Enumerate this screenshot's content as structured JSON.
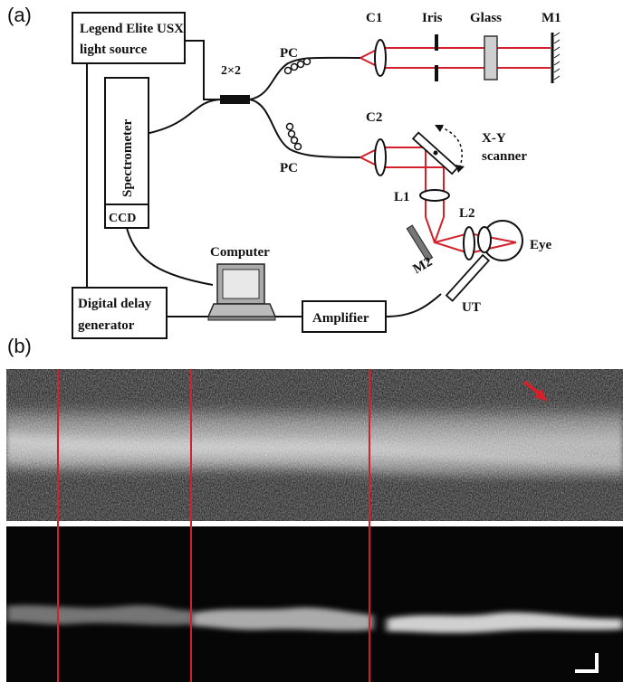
{
  "panel_a": {
    "label": "(a)",
    "components": {
      "source_line1": "Legend Elite USX",
      "source_line2": "light source",
      "coupler": "2×2",
      "spectrometer": "Spectrometer",
      "ccd": "CCD",
      "pc_top": "PC",
      "pc_bottom": "PC",
      "c1": "C1",
      "iris": "Iris",
      "glass": "Glass",
      "m1": "M1",
      "c2": "C2",
      "scanner_line1": "X-Y",
      "scanner_line2": "scanner",
      "l1": "L1",
      "l2": "L2",
      "m2": "M2",
      "eye": "Eye",
      "ut": "UT",
      "computer": "Computer",
      "delay_line1": "Digital delay",
      "delay_line2": "generator",
      "amplifier": "Amplifier"
    },
    "colors": {
      "beam": "#d4202a",
      "line": "#111111"
    }
  },
  "panel_b": {
    "label": "(b)",
    "top_image": "oct-bscan",
    "bottom_image": "photoacoustic-bscan",
    "marker_colors": {
      "divider": "#d4202a",
      "arrow": "#d4202a",
      "scale_bar": "#ffffff"
    }
  }
}
